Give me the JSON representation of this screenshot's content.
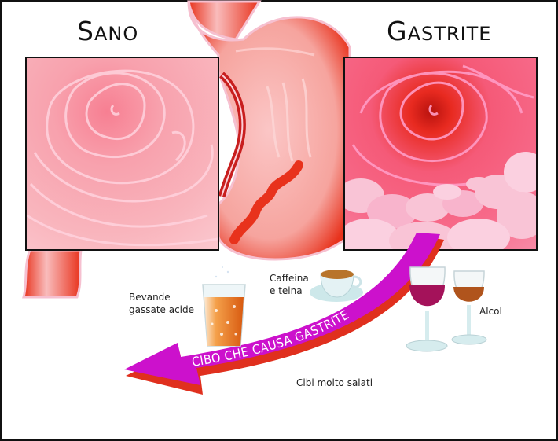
{
  "titles": {
    "healthy": {
      "first": "S",
      "rest": "ano"
    },
    "gastritis": {
      "first": "G",
      "rest": "astrite"
    }
  },
  "panels": {
    "healthy": {
      "name": "healthy-mucosa",
      "color": "#f7a3ad"
    },
    "gastritis": {
      "name": "inflamed-mucosa",
      "color": "#f55a78"
    }
  },
  "arrow": {
    "text": "CIBO CHE CAUSA GASTRITE",
    "color": "#cc11cc",
    "edge_color": "#e0301e"
  },
  "items": [
    {
      "id": "soda",
      "label_lines": [
        "Bevande",
        "gassate acide"
      ]
    },
    {
      "id": "coffee",
      "label_lines": [
        "Caffeina",
        "e teina"
      ]
    },
    {
      "id": "alcohol",
      "label_lines": [
        "Alcol"
      ]
    },
    {
      "id": "salty",
      "label_lines": [
        "Cibi molto salati"
      ]
    }
  ],
  "colors": {
    "stomach_outer": "#e8321c",
    "stomach_inner": "#f8b4b4",
    "border": "#111111"
  }
}
